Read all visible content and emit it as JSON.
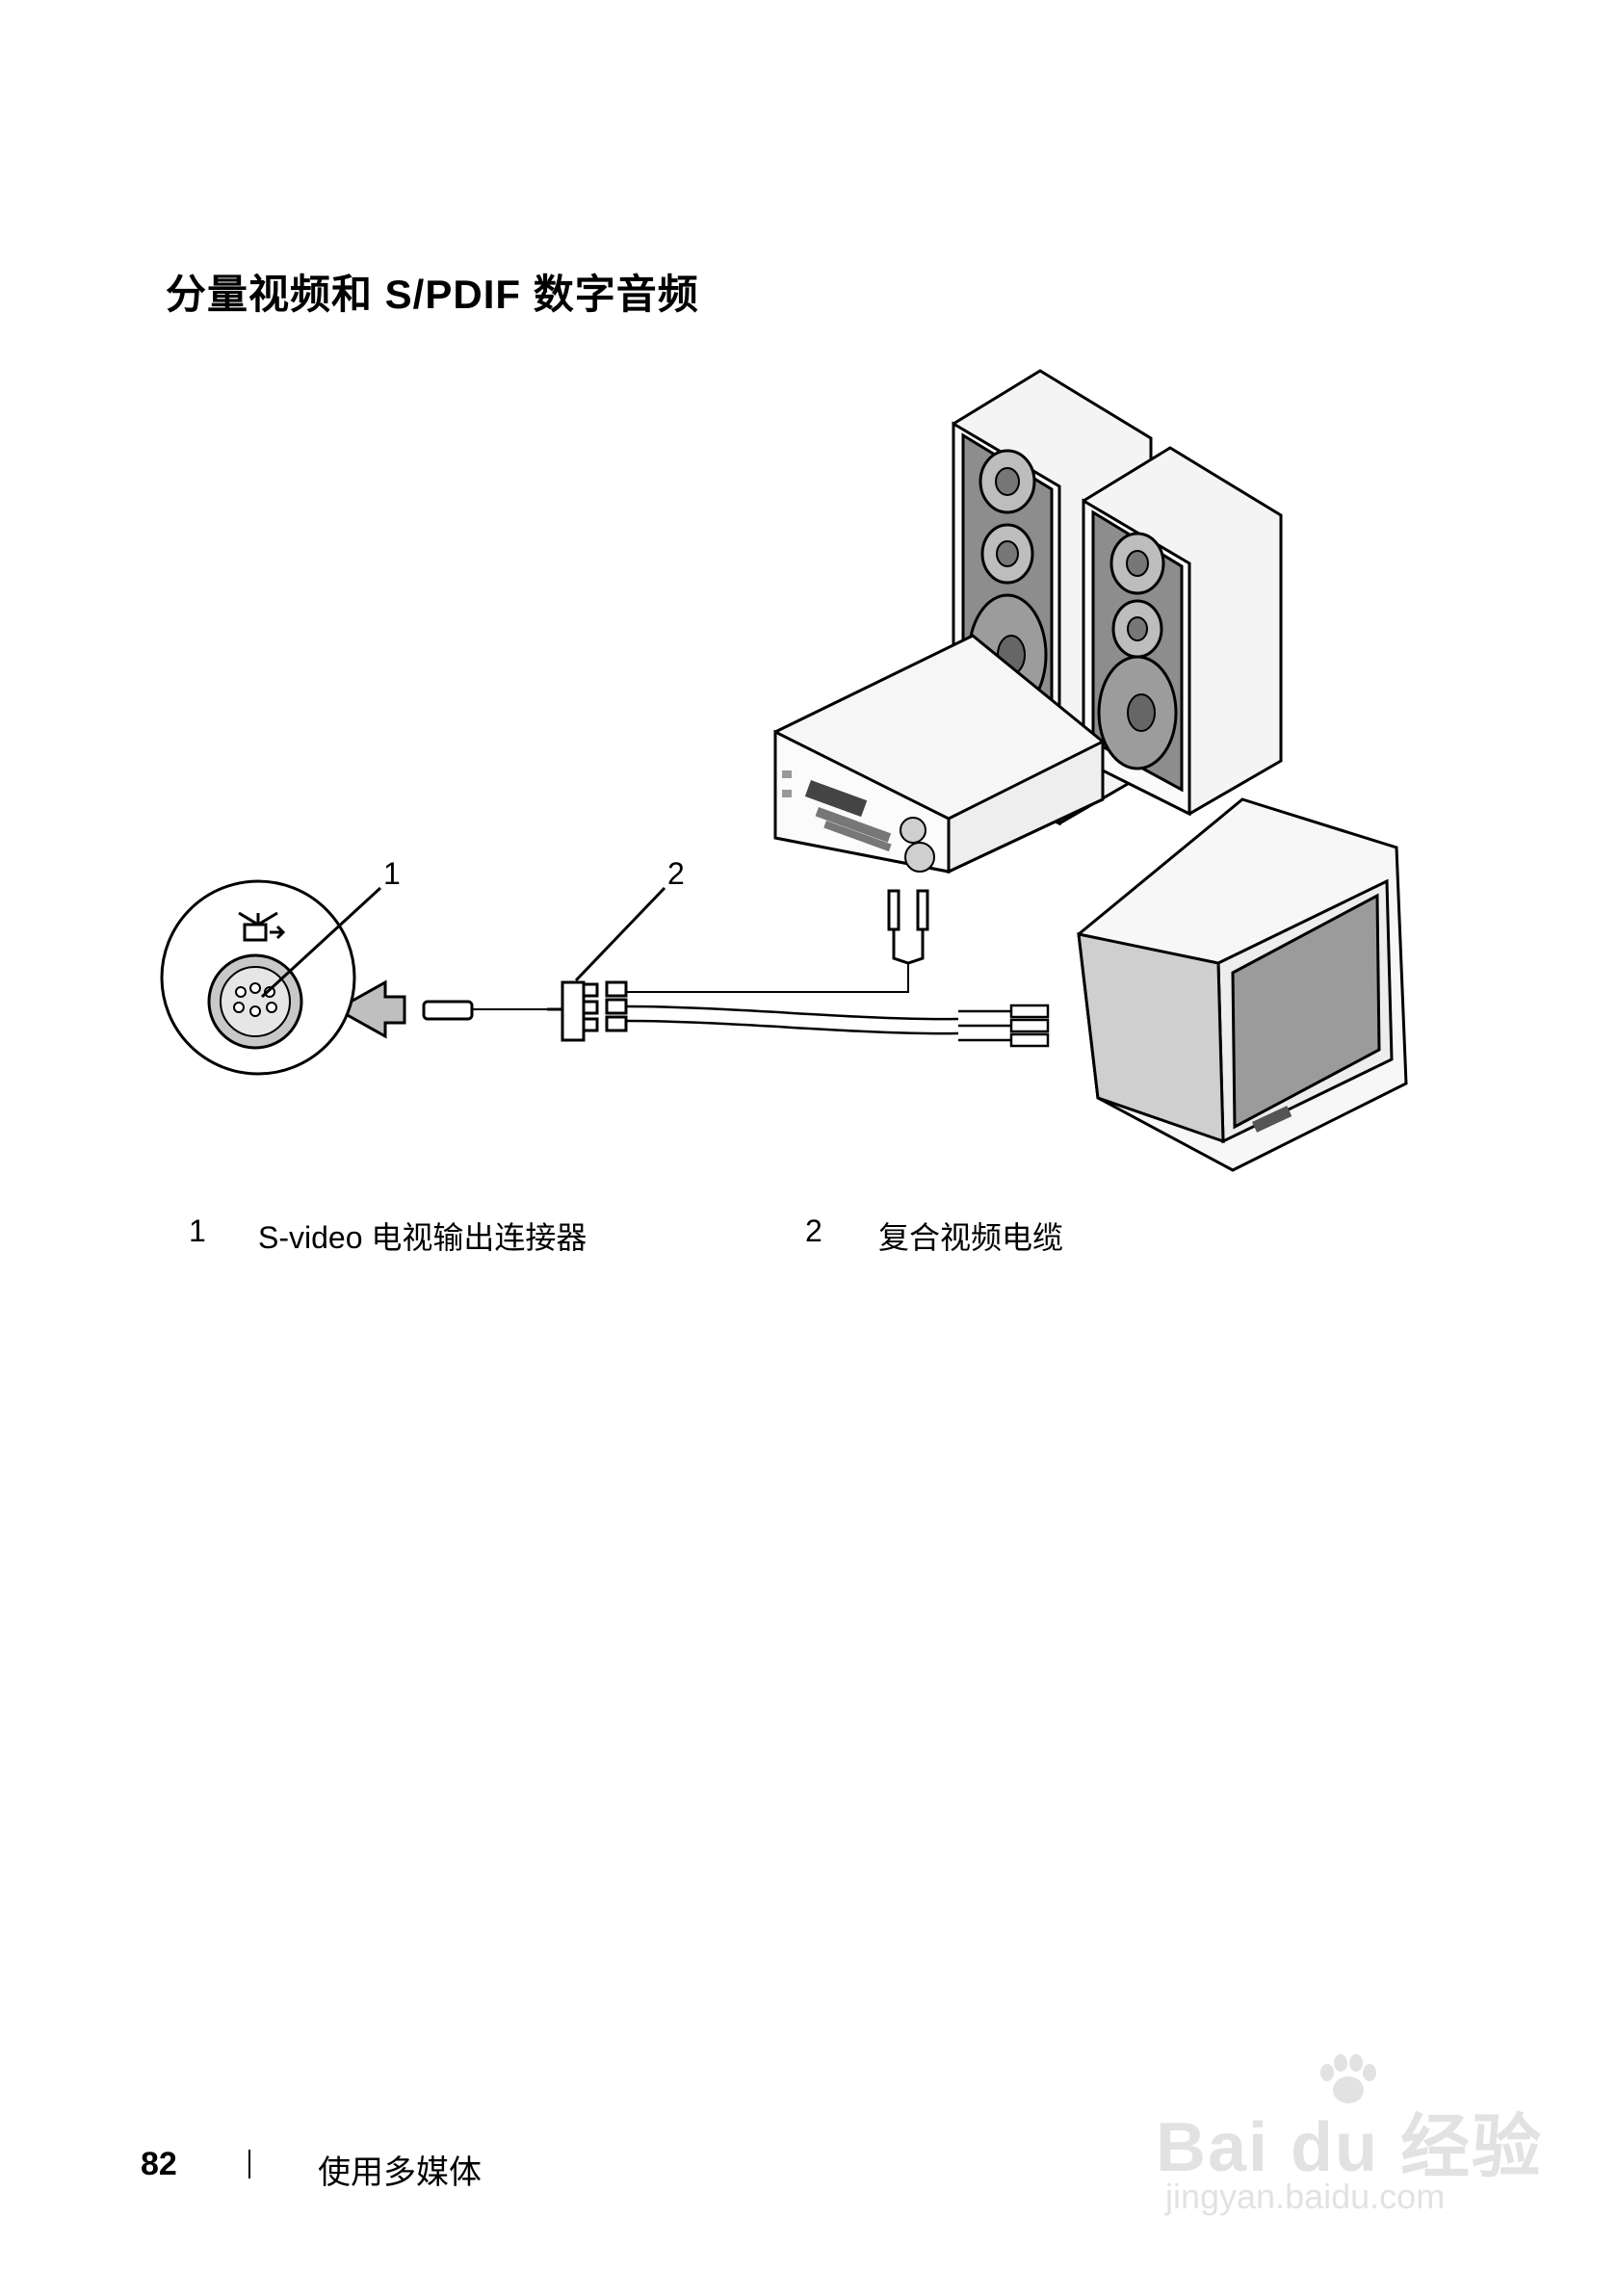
{
  "section": {
    "title": "分量视频和 S/PDIF 数字音频"
  },
  "figure": {
    "callouts": [
      {
        "number": "1"
      },
      {
        "number": "2"
      }
    ]
  },
  "legend": {
    "items": [
      {
        "number": "1",
        "label": "S-video 电视输出连接器"
      },
      {
        "number": "2",
        "label": "复合视频电缆"
      }
    ]
  },
  "footer": {
    "page_number": "82",
    "chapter": "使用多媒体"
  },
  "watermark": {
    "brand": "Bai du 经验",
    "url": "jingyan.baidu.com"
  }
}
